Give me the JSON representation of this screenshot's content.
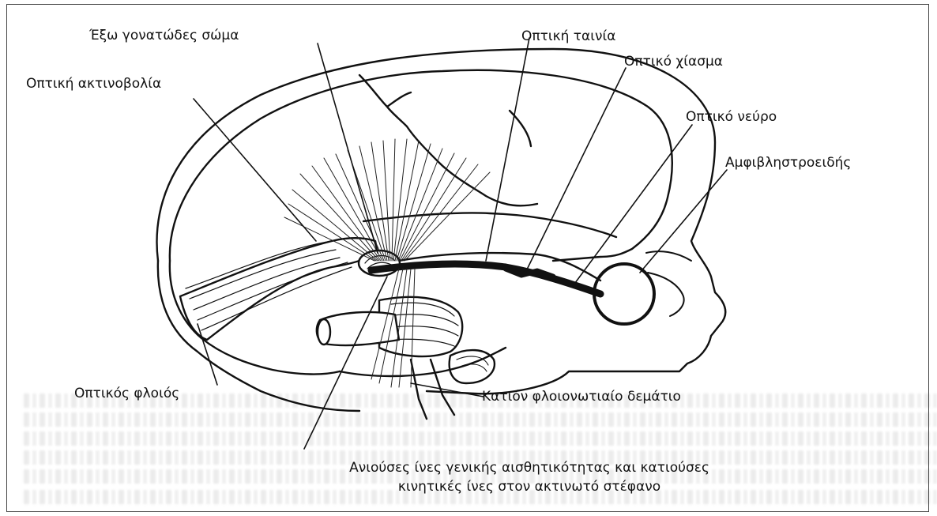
{
  "labels": {
    "lateral_geniculate_body": "Έξω γονατώδες σώμα",
    "optic_tract": "Οπτική ταινία",
    "optic_radiation": "Οπτική ακτινοβολία",
    "optic_chiasm": "Οπτικό χίασμα",
    "optic_nerve": "Οπτικό νεύρο",
    "retina": "Αμφιβληστροειδής",
    "visual_cortex": "Οπτικός φλοιός",
    "corticospinal_tract": "Κατιόν φλοιονωτιαίο δεμάτιο",
    "ascending_fibers_line1": "Ανιούσες ίνες γενικής αισθητικότητας και κατιούσες",
    "ascending_fibers_line2": "κινητικές ίνες στον ακτινωτό στέφανο"
  }
}
